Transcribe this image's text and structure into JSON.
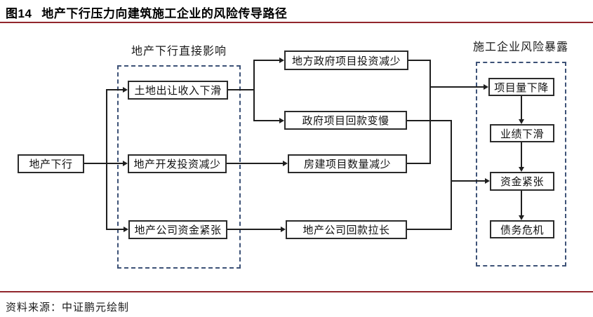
{
  "header": {
    "figure_label": "图14",
    "title": "地产下行压力向建筑施工企业的风险传导路径"
  },
  "colors": {
    "rule_red": "#92262C",
    "dashed_border_blue": "#3D5277",
    "connector_black": "#1F1F1F"
  },
  "diagram": {
    "left_group_label": "地产下行直接影响",
    "right_group_label": "施工企业风险暴露",
    "nodes": {
      "origin": "地产下行",
      "land_revenue": "土地出让收入下滑",
      "dev_invest": "地产开发投资减少",
      "dev_funds": "地产公司资金紧张",
      "gov_invest": "地方政府项目投资减少",
      "gov_payback": "政府项目回款变慢",
      "housing_projects": "房建项目数量减少",
      "dev_payback": "地产公司回款拉长",
      "project_volume": "项目量下降",
      "performance": "业绩下滑",
      "funds_tight": "资金紧张",
      "debt_crisis": "债务危机"
    },
    "edges": [
      "origin->land_revenue",
      "origin->dev_invest",
      "origin->dev_funds",
      "land_revenue->gov_invest",
      "land_revenue->gov_payback",
      "dev_invest->housing_projects",
      "dev_funds->dev_payback",
      "gov_invest->project_volume",
      "housing_projects->project_volume",
      "gov_payback->funds_tight",
      "dev_payback->funds_tight",
      "project_volume->performance",
      "performance->funds_tight",
      "funds_tight->debt_crisis"
    ]
  },
  "footer": {
    "source": "资料来源：中证鹏元绘制"
  }
}
